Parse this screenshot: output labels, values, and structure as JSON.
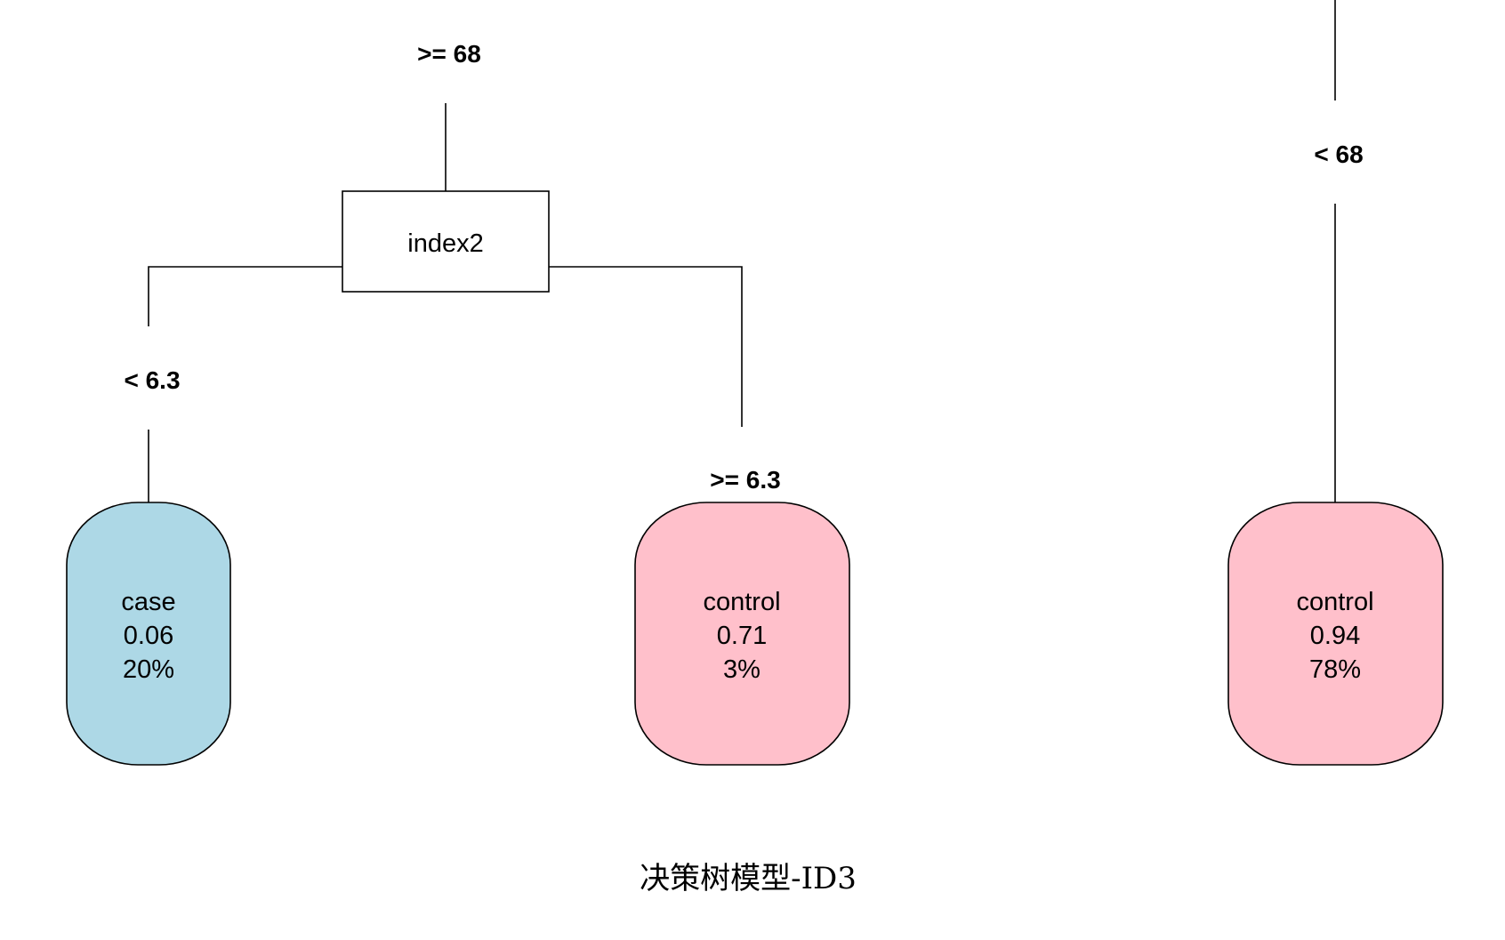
{
  "title": "决策树模型-ID3",
  "split_node": {
    "label": "index2"
  },
  "branch_labels": {
    "top_left": ">= 68",
    "top_right": "< 68",
    "left": "< 6.3",
    "right": ">= 6.3"
  },
  "leaves": [
    {
      "class": "case",
      "prob": "0.06",
      "pct": "20%",
      "color": "#ADD8E6"
    },
    {
      "class": "control",
      "prob": "0.71",
      "pct": "3%",
      "color": "#FFC0CB"
    },
    {
      "class": "control",
      "prob": "0.94",
      "pct": "78%",
      "color": "#FFC0CB"
    }
  ]
}
